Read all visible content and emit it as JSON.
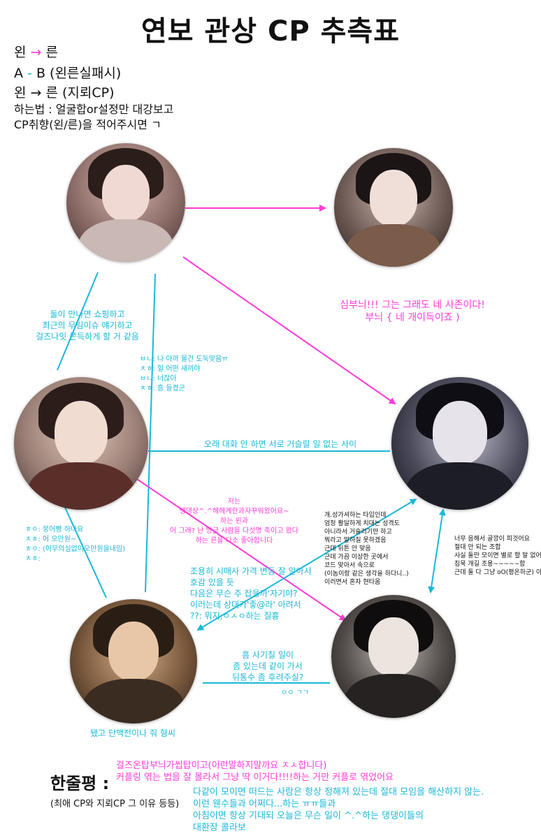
{
  "title": "연보 관상 CP 추측표",
  "legend": {
    "line1": {
      "left": "왼",
      "arrow": "→",
      "right": "른"
    },
    "line2": {
      "left": "A",
      "dash": "-",
      "right": "B (왼른실패시)"
    },
    "line3": {
      "left": "왼",
      "arrow": "→",
      "right": "른 (지뢰CP)"
    }
  },
  "howto": {
    "line1": "하는법 : 얼굴합or설정만 대강보고",
    "line2": "CP취향(왼/른)을 적어주시면 ㄱ"
  },
  "colors": {
    "pink": "#ff3ad8",
    "cyan": "#19b8d8"
  },
  "annotations": {
    "top_right_quote": [
      "심부늬!!! 그는 그래도 네 사존이다!",
      "부늬 { 네 개이득이죠 )"
    ],
    "tl_ml": [
      "둘이 만나면 쇼핑하고",
      "최근의 무림이슈 얘기하고",
      "걸즈나잇 쫀득하게 할 거 같음"
    ],
    "chat_top": [
      "ㅂㄴ: 나 아까 몰건 도둑맞음ㅠ",
      "ㅊㅎ: 헐 어떤 새끼야",
      "ㅂㄴ: 너잖아",
      "ㅊㅎ: 흠 들켰군"
    ],
    "ml_mr": "오래 대화 안 하면 서로 거슬릴 일 없는 사이",
    "pink_center": [
      "저는",
      "댕댕상^.^헤헤계란과자꾸워왔어요~",
      "하는 왼과",
      "어 그래? 난 방금 사람을 다섯명 죽이고 왔다",
      "하는 른을 다소 좋아합니다"
    ],
    "chat_left": [
      "ㅎㅇ: 붕어빵 하나요",
      "ㅊㅎ: 어 오만원~",
      "ㅎㅇ: (아무의심없이오만원을내밈)",
      "ㅊㅎ:"
    ],
    "center_mr": [
      "개.성가셔하는 타입인데",
      "엄청 활달하게 치대는 성격도",
      "아니라서 거슬리기만 하고",
      "뭐라고 말하질 못하겠음",
      "근데 뒤튼 안 맞음",
      "근데 가끔 이상한 곳에서",
      "코드 맞아서 속으로",
      "(이놈이랑 같은 생각을 하다니..)",
      "이러면서 혼자 현타옴"
    ],
    "right_side": [
      "너무 음해서 골깡이 피것어요",
      "절대 안 되는 조합",
      "사실 둘만 모이면 별로 할 말 없어서",
      "침묵 개길 조용~~~~~함",
      "근데 둘 다 그냥 oO(평온하군) 이럴 듯"
    ],
    "center_bl": [
      "조용히 시매사 가격 변동 잘 알아서",
      "호감 있을 듯",
      "다음은 무슨 주 잡을까'자기야?",
      "이러는데 상대가'좋@라' 아려서",
      "??: 뭐지,ㅇㅅㅇ하는 질흉"
    ],
    "bl_br": [
      "흠 사기칠 일이",
      "좀 있는데 같이 가서",
      "뒤통수 좀 후려주실?"
    ],
    "bl_br_reply": "ㅇㅇ ㄱㄱ",
    "bl_caption": "됐고 단맥전이나 줘 형씨"
  },
  "summary": {
    "title": "한줄평 :",
    "subtitle": "(최애 CP와 지뢰CP 그 이유 등등)",
    "pink_lines": [
      "걸즈온탑부늬가씹탑이고(이런말하지말까요 ㅈㅅ합니다)",
      "커플링 엮는 법을 잘 몰라서 그냥 딱 이거다!!!!하는 거만 커플로 엮었어요"
    ],
    "cyan_lines": [
      "다같이 모이면 떠드는 사람은 항상 정해져 있는데 절대 모임을 해산하지 않는.",
      "이런 웬수들과 어쩌다...하는 ㅠㅠ들과",
      "아침이면 항상 기대되 오늘은 무슨 일이 ^.^하는 댕댕이들의",
      "대환장 콜라보"
    ]
  }
}
